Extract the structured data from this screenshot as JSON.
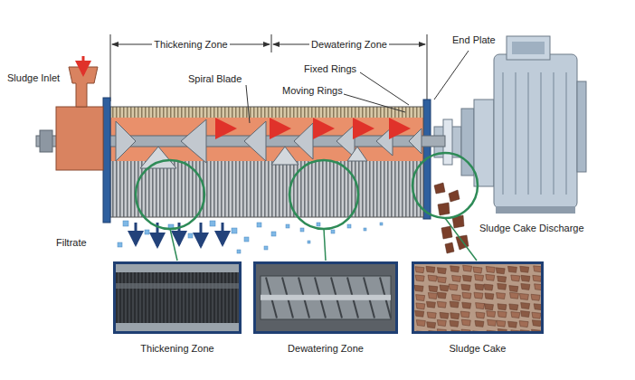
{
  "diagram": {
    "nodes": [
      {
        "text": [
          "Thickening Zone"
        ]
      },
      {
        "text": [
          "Dewatering Zone"
        ]
      },
      {
        "text": [
          "Sludge Cake"
        ]
      }
    ],
    "labels": [
      "Thickening Zone",
      "Dewatering Zone",
      "End Plate",
      "Sludge Inlet",
      "Spiral Blade",
      "Fixed Rings",
      "Moving Rings",
      "Filtrate",
      "Sludge Cake Discharge"
    ]
  }
}
